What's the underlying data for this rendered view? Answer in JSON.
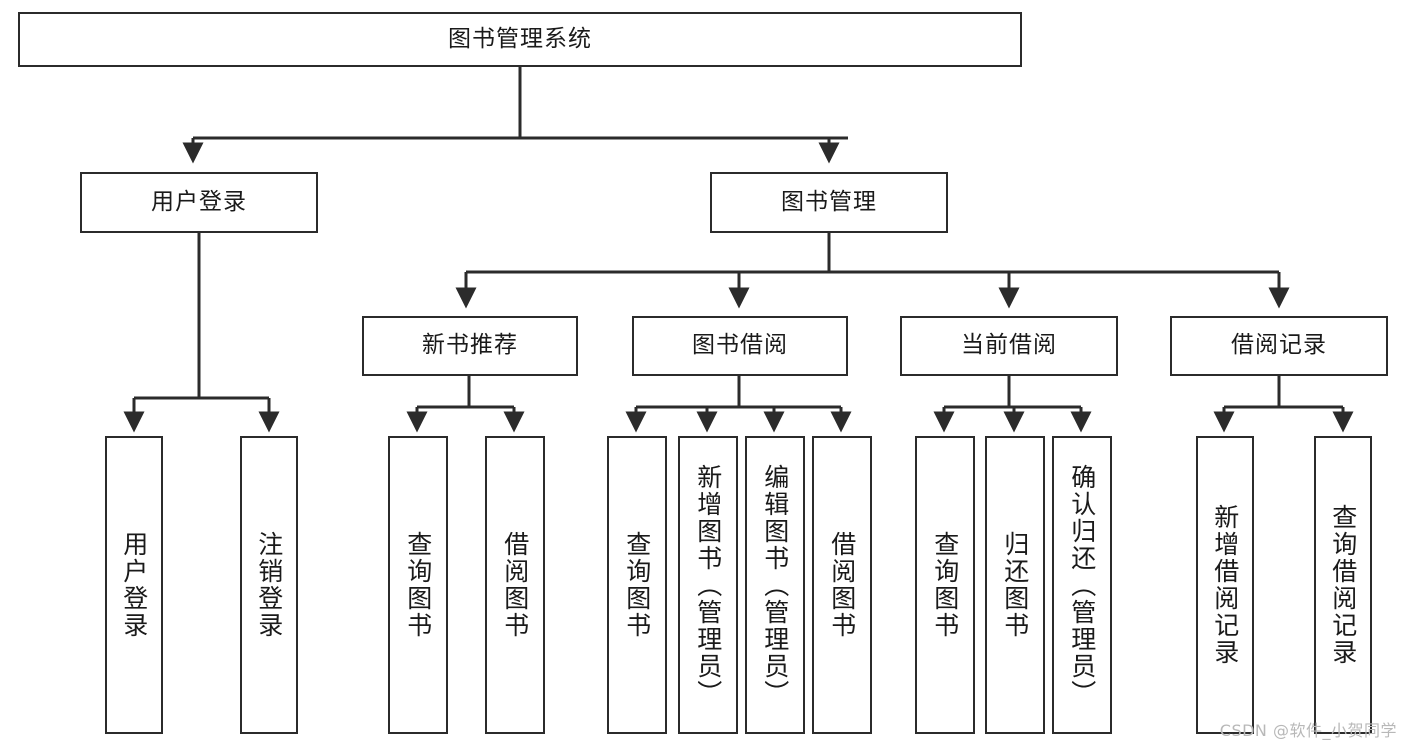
{
  "diagram": {
    "type": "tree",
    "title": "图书管理系统",
    "orientation": "top-down",
    "levels": 4,
    "nodes": {
      "root": {
        "label": "图书管理系统"
      },
      "l2": [
        {
          "id": "user-login",
          "label": "用户登录"
        },
        {
          "id": "book-manage",
          "label": "图书管理"
        }
      ],
      "l3": [
        {
          "id": "new-book-recommend",
          "label": "新书推荐"
        },
        {
          "id": "book-borrow",
          "label": "图书借阅"
        },
        {
          "id": "current-borrow",
          "label": "当前借阅"
        },
        {
          "id": "borrow-record",
          "label": "借阅记录"
        }
      ],
      "leaves": {
        "user-login": [
          {
            "id": "leaf-user-login",
            "label": "用户登录"
          },
          {
            "id": "leaf-logout-login",
            "label": "注销登录"
          }
        ],
        "new-book-recommend": [
          {
            "id": "leaf-query-book-1",
            "label": "查询图书"
          },
          {
            "id": "leaf-borrow-book-1",
            "label": "借阅图书"
          }
        ],
        "book-borrow": [
          {
            "id": "leaf-query-book-2",
            "label": "查询图书"
          },
          {
            "id": "leaf-add-book",
            "label": "新增图书（管理员）"
          },
          {
            "id": "leaf-edit-book",
            "label": "编辑图书（管理员）"
          },
          {
            "id": "leaf-borrow-book-2",
            "label": "借阅图书"
          }
        ],
        "current-borrow": [
          {
            "id": "leaf-query-book-3",
            "label": "查询图书"
          },
          {
            "id": "leaf-return-book",
            "label": "归还图书"
          },
          {
            "id": "leaf-confirm-return",
            "label": "确认归还（管理员）"
          }
        ],
        "borrow-record": [
          {
            "id": "leaf-add-record",
            "label": "新增借阅记录"
          },
          {
            "id": "leaf-query-record",
            "label": "查询借阅记录"
          }
        ]
      }
    },
    "colors": {
      "border": "#2b2b2b",
      "fill": "#ffffff",
      "edge": "#2b2b2b",
      "text": "#1a1a1a",
      "watermark": "#b8b8b8"
    }
  },
  "watermark": {
    "text": "CSDN @软件_小贺同学"
  }
}
